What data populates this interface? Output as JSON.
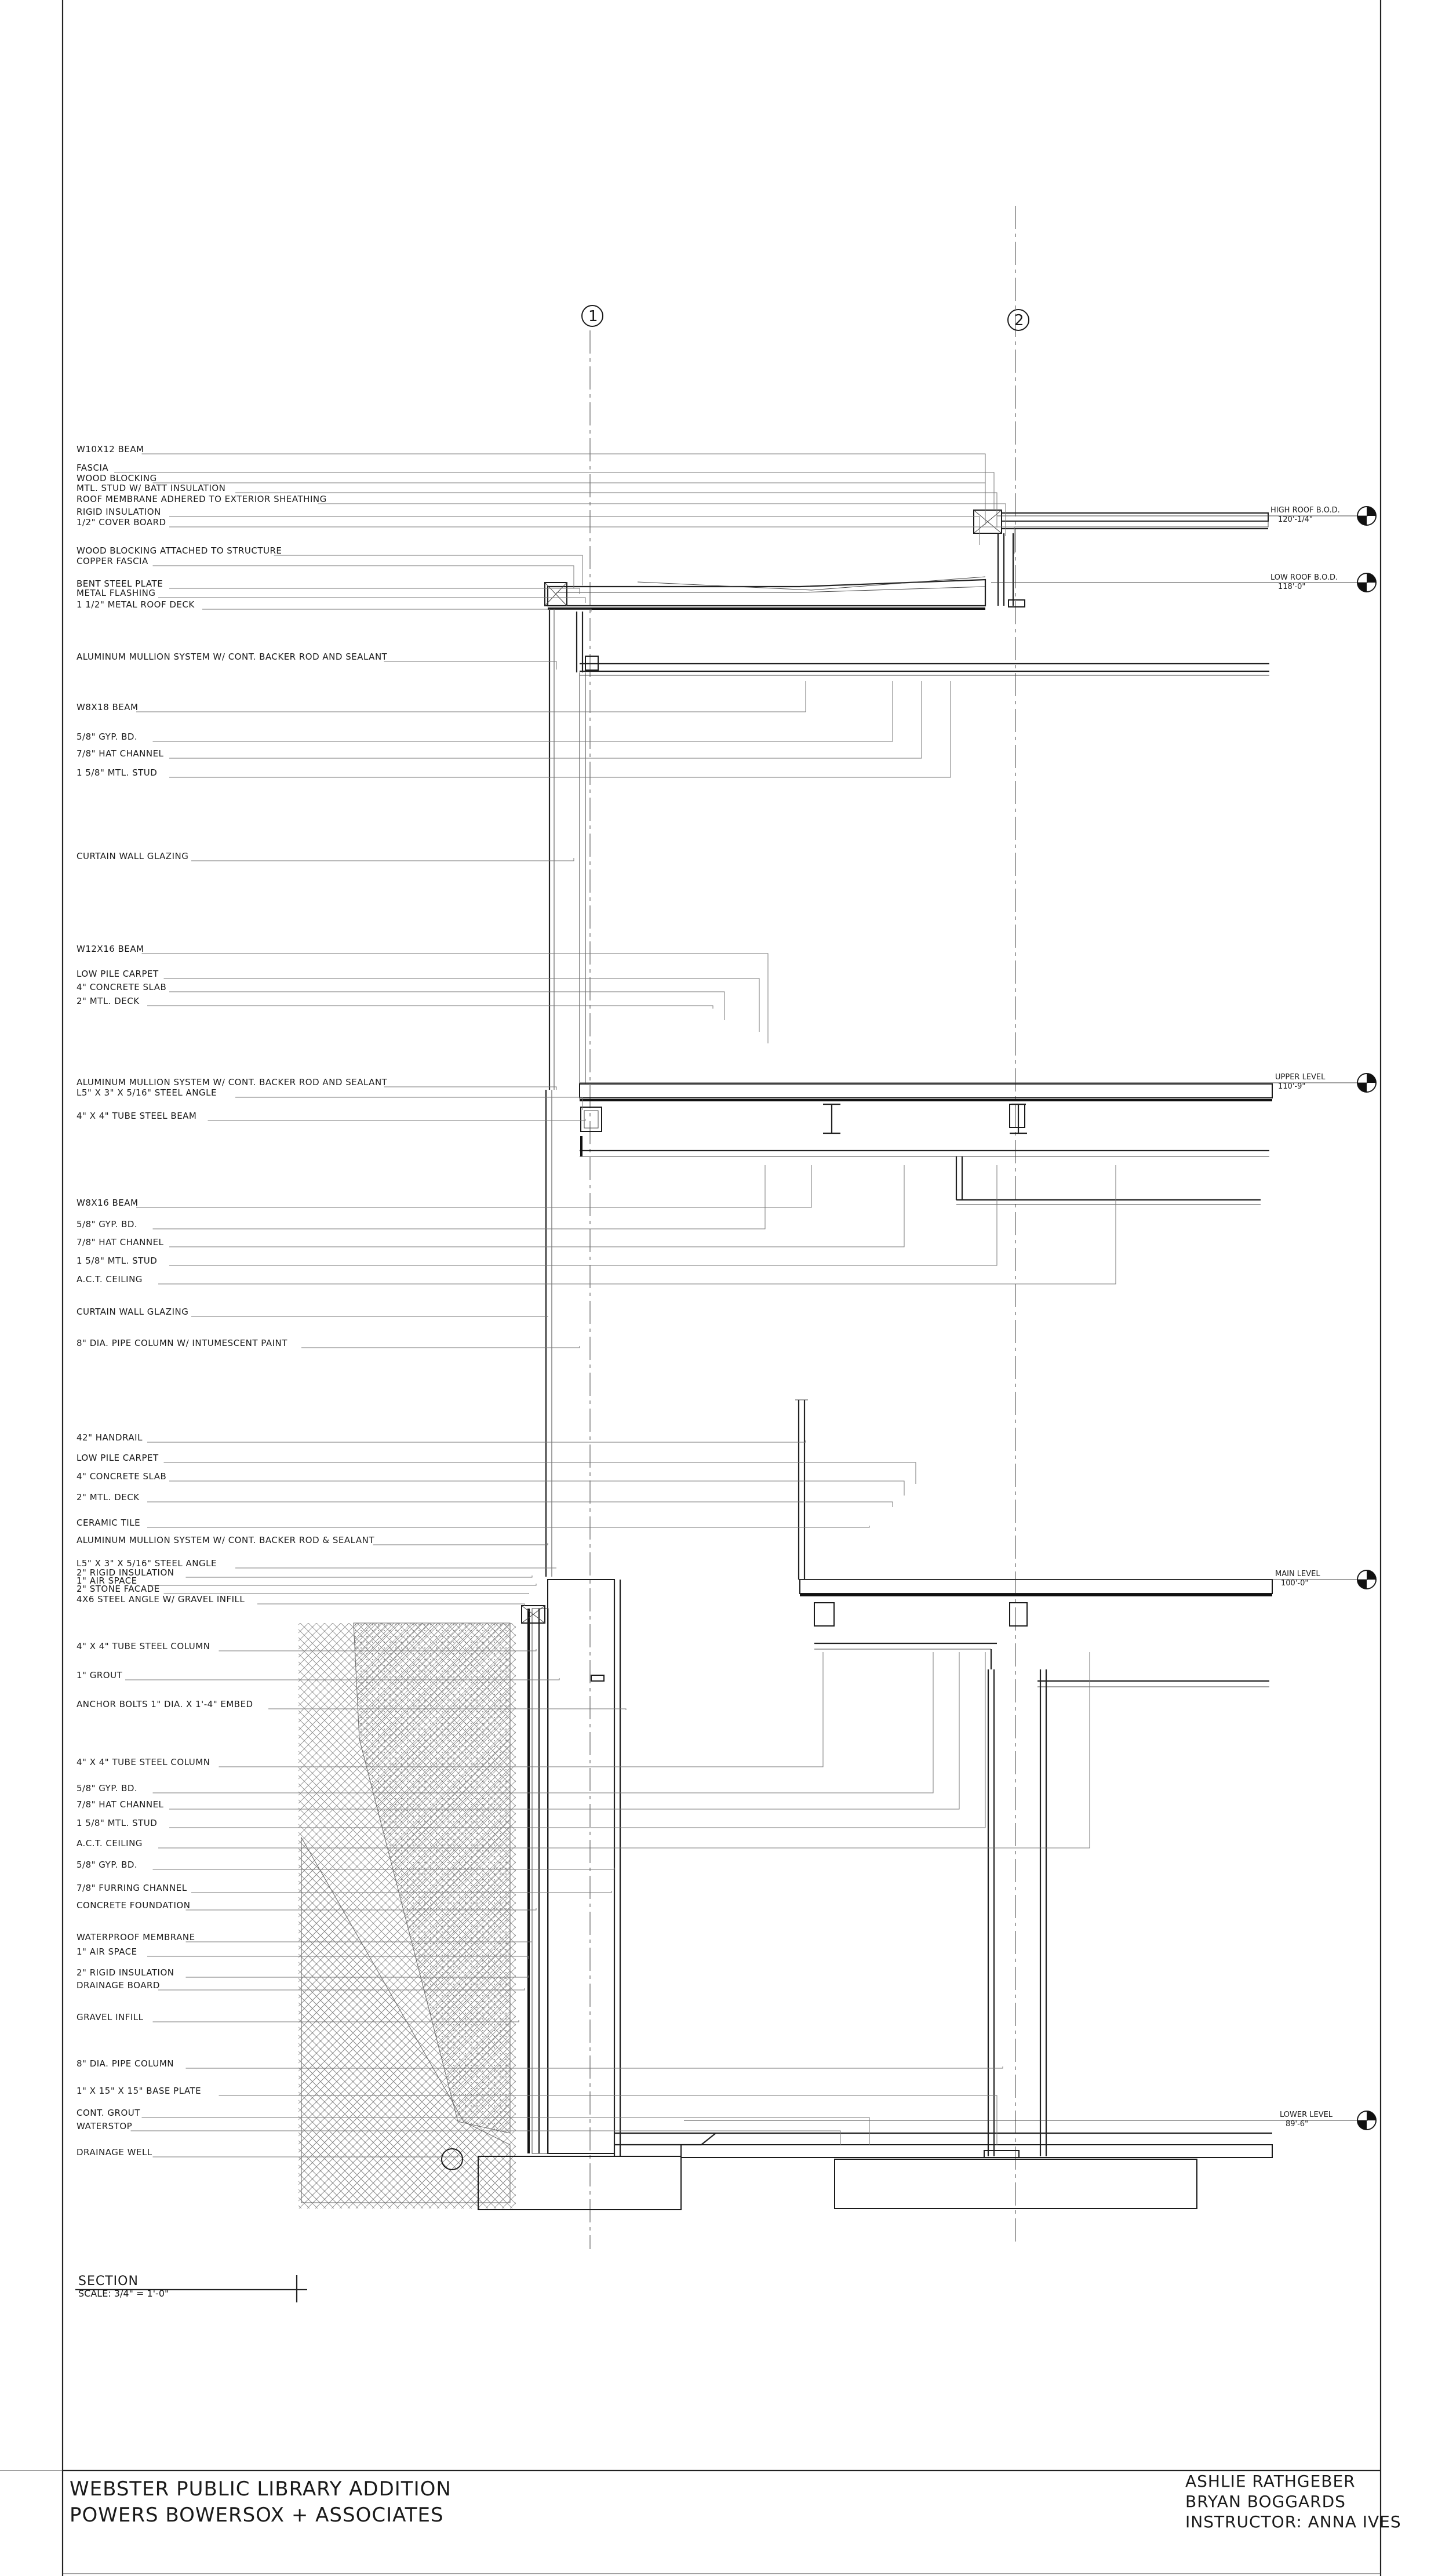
{
  "drawing": {
    "grid_markers": [
      "1",
      "2"
    ],
    "levels": [
      {
        "name": "HIGH ROOF B.O.D.",
        "elevation": "120'-1/4\""
      },
      {
        "name": "LOW ROOF B.O.D.",
        "elevation": "118'-0\""
      },
      {
        "name": "UPPER LEVEL",
        "elevation": "110'-9\""
      },
      {
        "name": "MAIN LEVEL",
        "elevation": "100'-0\""
      },
      {
        "name": "LOWER LEVEL",
        "elevation": "89'-6\""
      }
    ],
    "labels": [
      "W10X12 BEAM",
      "FASCIA",
      "WOOD BLOCKING",
      "MTL. STUD W/ BATT INSULATION",
      "ROOF MEMBRANE ADHERED TO EXTERIOR SHEATHING",
      "RIGID INSULATION",
      "1/2\" COVER BOARD",
      "WOOD BLOCKING ATTACHED TO STRUCTURE",
      "COPPER FASCIA",
      "BENT STEEL PLATE",
      "METAL FLASHING",
      "1 1/2\" METAL ROOF DECK",
      "ALUMINUM MULLION SYSTEM W/ CONT. BACKER ROD AND SEALANT",
      "W8X18 BEAM",
      "5/8\" GYP. BD.",
      "7/8\" HAT CHANNEL",
      "1 5/8\" MTL. STUD",
      "CURTAIN WALL GLAZING",
      "W12X16 BEAM",
      "LOW PILE CARPET",
      "4\" CONCRETE SLAB",
      "2\" MTL. DECK",
      "ALUMINUM MULLION SYSTEM W/ CONT. BACKER ROD AND SEALANT",
      "L5\" X 3\" X 5/16\" STEEL ANGLE",
      "4\" X 4\" TUBE STEEL BEAM",
      "W8X16 BEAM",
      "5/8\" GYP. BD.",
      "7/8\" HAT CHANNEL",
      "1 5/8\" MTL. STUD",
      "A.C.T. CEILING",
      "CURTAIN WALL GLAZING",
      "8\" DIA. PIPE COLUMN W/ INTUMESCENT PAINT",
      "42\" HANDRAIL",
      "LOW PILE CARPET",
      "4\" CONCRETE SLAB",
      "2\" MTL. DECK",
      "CERAMIC TILE",
      "ALUMINUM MULLION SYSTEM W/ CONT. BACKER ROD & SEALANT",
      "L5\" X 3\" X 5/16\" STEEL ANGLE",
      "2\" RIGID INSULATION",
      "1\" AIR SPACE",
      "2\" STONE FACADE",
      "4X6 STEEL ANGLE W/ GRAVEL INFILL",
      "4\" X 4\" TUBE STEEL COLUMN",
      "1\" GROUT",
      "ANCHOR BOLTS 1\" DIA. X 1'-4\" EMBED",
      "4\" X 4\" TUBE STEEL COLUMN",
      "5/8\" GYP. BD.",
      "7/8\" HAT CHANNEL",
      "1 5/8\" MTL. STUD",
      "A.C.T. CEILING",
      "5/8\" GYP. BD.",
      "7/8\" FURRING CHANNEL",
      "CONCRETE FOUNDATION",
      "WATERPROOF MEMBRANE",
      "1\" AIR SPACE",
      "2\" RIGID INSULATION",
      "DRAINAGE BOARD",
      "GRAVEL INFILL",
      "8\" DIA. PIPE COLUMN",
      "1\" X 15\" X 15\" BASE PLATE",
      "CONT. GROUT",
      "WATERSTOP",
      "DRAINAGE WELL"
    ],
    "section_title": "SECTION",
    "section_scale": "SCALE: 3/4\" = 1'-0\""
  },
  "title_block": {
    "project": "WEBSTER PUBLIC LIBRARY ADDITION",
    "firm": "POWERS BOWERSOX + ASSOCIATES",
    "student_1": "ASHLIE RATHGEBER",
    "student_2": "BRYAN BOGGARDS",
    "instructor": "INSTRUCTOR: ANNA IVES"
  },
  "colors": {
    "ink": "#1a1a1a",
    "paper": "#ffffff"
  }
}
